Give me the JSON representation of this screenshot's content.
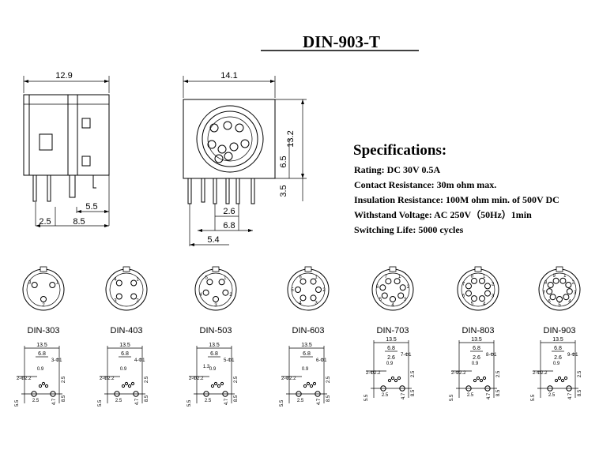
{
  "title": "DIN-903-T",
  "specifications": {
    "heading": "Specifications:",
    "lines": [
      "Rating: DC 30V 0.5A",
      "Contact Resistance:     30m ohm max.",
      "Insulation Resistance: 100M ohm min. of 500V DC",
      "Withstand Voltage: AC 250V（50Hz）1min",
      "Switching Life: 5000 cycles"
    ]
  },
  "side_view": {
    "width": "12.9",
    "pitch_a": "2.5",
    "pitch_b": "5.5",
    "pitch_c": "8.5"
  },
  "front_view": {
    "width": "14.1",
    "height": "13.2",
    "center_h": "6.5",
    "pin_h": "3.5",
    "pitch_a": "2.6",
    "pitch_b": "6.8",
    "pitch_c": "5.4"
  },
  "models": [
    {
      "name": "DIN-303",
      "pin_count": "3"
    },
    {
      "name": "DIN-403",
      "pin_count": "4"
    },
    {
      "name": "DIN-503",
      "pin_count": "5"
    },
    {
      "name": "DIN-603",
      "pin_count": "6"
    },
    {
      "name": "DIN-703",
      "pin_count": "7"
    },
    {
      "name": "DIN-803",
      "pin_count": "8"
    },
    {
      "name": "DIN-903",
      "pin_count": "9"
    }
  ],
  "footprints": {
    "width": "13.5",
    "pitch": "6.8",
    "pitch2": "2.6",
    "gap": "0.9",
    "mount_hole": "2-Φ2.2",
    "row1": "5.5",
    "row2": "2.5",
    "row3": "4.7",
    "row4": "8.5",
    "small_offset": "1.3",
    "hole_labels": [
      "3-Φ1",
      "4-Φ1",
      "5-Φ1",
      "6-Φ1",
      "7-Φ1",
      "8-Φ1",
      "9-Φ1"
    ]
  }
}
